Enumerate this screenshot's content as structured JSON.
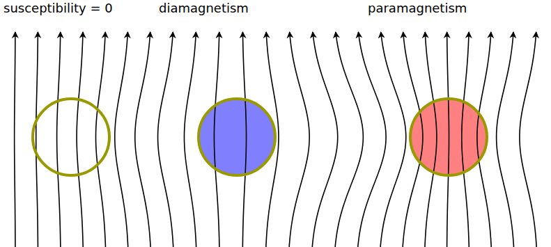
{
  "diagram": {
    "labels": [
      "susceptibility = 0",
      "diamagnetism",
      "paramagnetism"
    ]
  }
}
